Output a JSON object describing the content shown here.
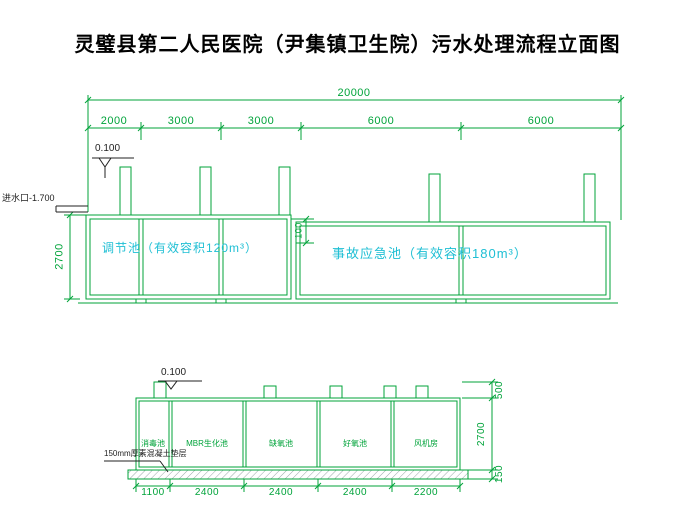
{
  "title": "灵璧县第二人民医院（尹集镇卫生院）污水处理流程立面图",
  "colors": {
    "line_green": "#00a33a",
    "label_cyan": "#1fbfd4",
    "text_black": "#222222"
  },
  "top_elevation": {
    "overall_dim": "20000",
    "segment_dims": [
      "2000",
      "3000",
      "3000",
      "6000",
      "6000"
    ],
    "level_mark": "0.100",
    "inlet_label": "进水口-1.700",
    "depth_dim": "2700",
    "offset_dim": "100",
    "left_tank_label": "调节池（有效容积120m³）",
    "right_tank_label": "事故应急池（有效容积180m³）"
  },
  "bottom_elevation": {
    "level_mark": "0.100",
    "base_note": "150mm厚素混凝土垫层",
    "compartments": [
      "消毒池",
      "MBR生化池",
      "缺氧池",
      "好氧池",
      "风机房"
    ],
    "bottom_dims": [
      "1100",
      "2400",
      "2400",
      "2400",
      "2200"
    ],
    "right_dims": [
      "500",
      "2700",
      "150"
    ]
  }
}
